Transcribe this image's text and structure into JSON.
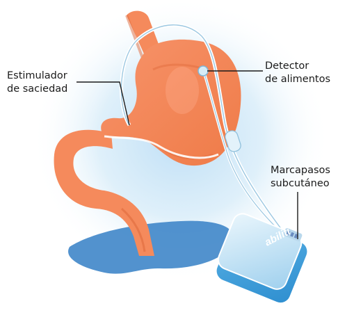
{
  "labels": {
    "stimulator": [
      "Estimulador",
      "de saciedad"
    ],
    "detector": [
      "Detector",
      "de alimentos"
    ],
    "pacemaker": [
      "Marcapasos",
      "subcutáneo"
    ]
  },
  "device": {
    "brand": "abiliti"
  },
  "colors": {
    "stomach": "#f58a5c",
    "stomach_dark": "#e06a3c",
    "shadow": "#3f86c9",
    "background_glow": "#cfe6f8",
    "wire": "#e8f4fb",
    "device_top": "#d9eef9",
    "device_side": "#4aa6e0"
  }
}
